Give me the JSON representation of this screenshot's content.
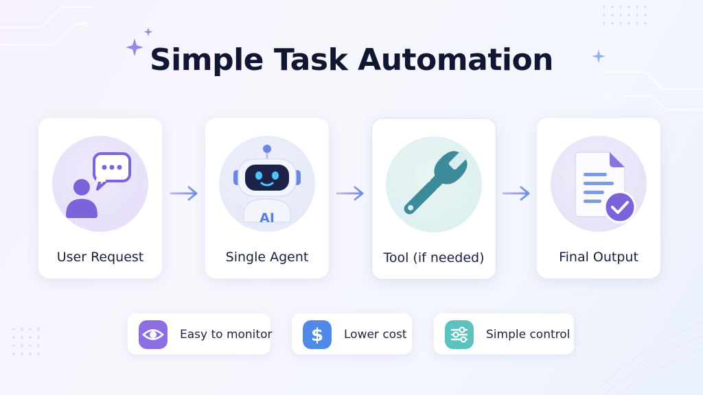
{
  "title": "Simple Task Automation",
  "steps": [
    {
      "label": "User Request",
      "icon": "user-chat-icon"
    },
    {
      "label": "Single Agent",
      "icon": "robot-icon",
      "badge": "AI"
    },
    {
      "label": "Tool (if needed)",
      "icon": "wrench-icon"
    },
    {
      "label": "Final Output",
      "icon": "document-check-icon"
    }
  ],
  "features": [
    {
      "label": "Easy to monitor",
      "icon": "eye-icon",
      "color": "#8b6fe0"
    },
    {
      "label": "Lower cost",
      "icon": "dollar-icon",
      "color": "#4f8be6"
    },
    {
      "label": "Simple control",
      "icon": "sliders-icon",
      "color": "#5cc2be"
    }
  ],
  "colors": {
    "accent_purple": "#7d63d9",
    "accent_blue": "#4f8be6",
    "accent_teal": "#3d8a9a",
    "title": "#111733"
  }
}
